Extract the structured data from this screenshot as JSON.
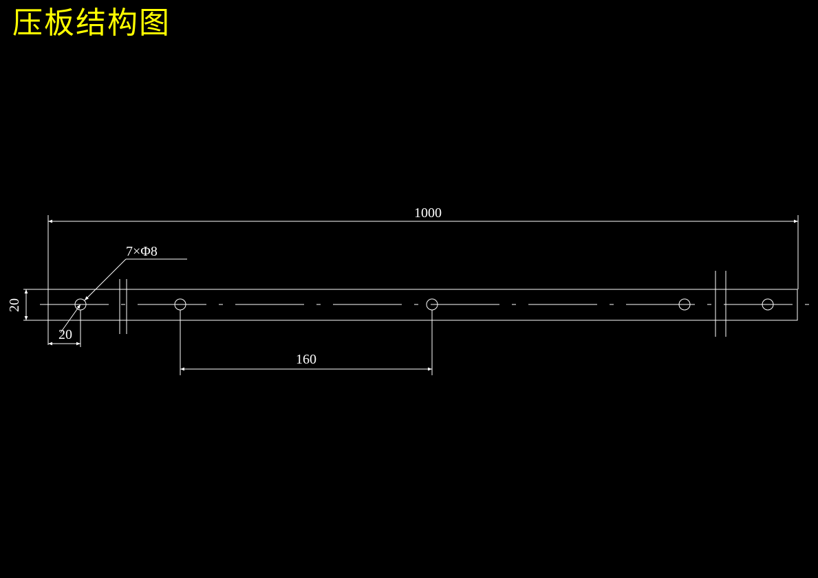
{
  "title": "压板结构图",
  "colors": {
    "background": "#000000",
    "title": "#ffff00",
    "lines": "#ffffff"
  },
  "dimensions": {
    "overall_length": "1000",
    "hole_callout": "7×Φ8",
    "plate_width": "20",
    "edge_offset": "20",
    "hole_spacing": "160"
  }
}
